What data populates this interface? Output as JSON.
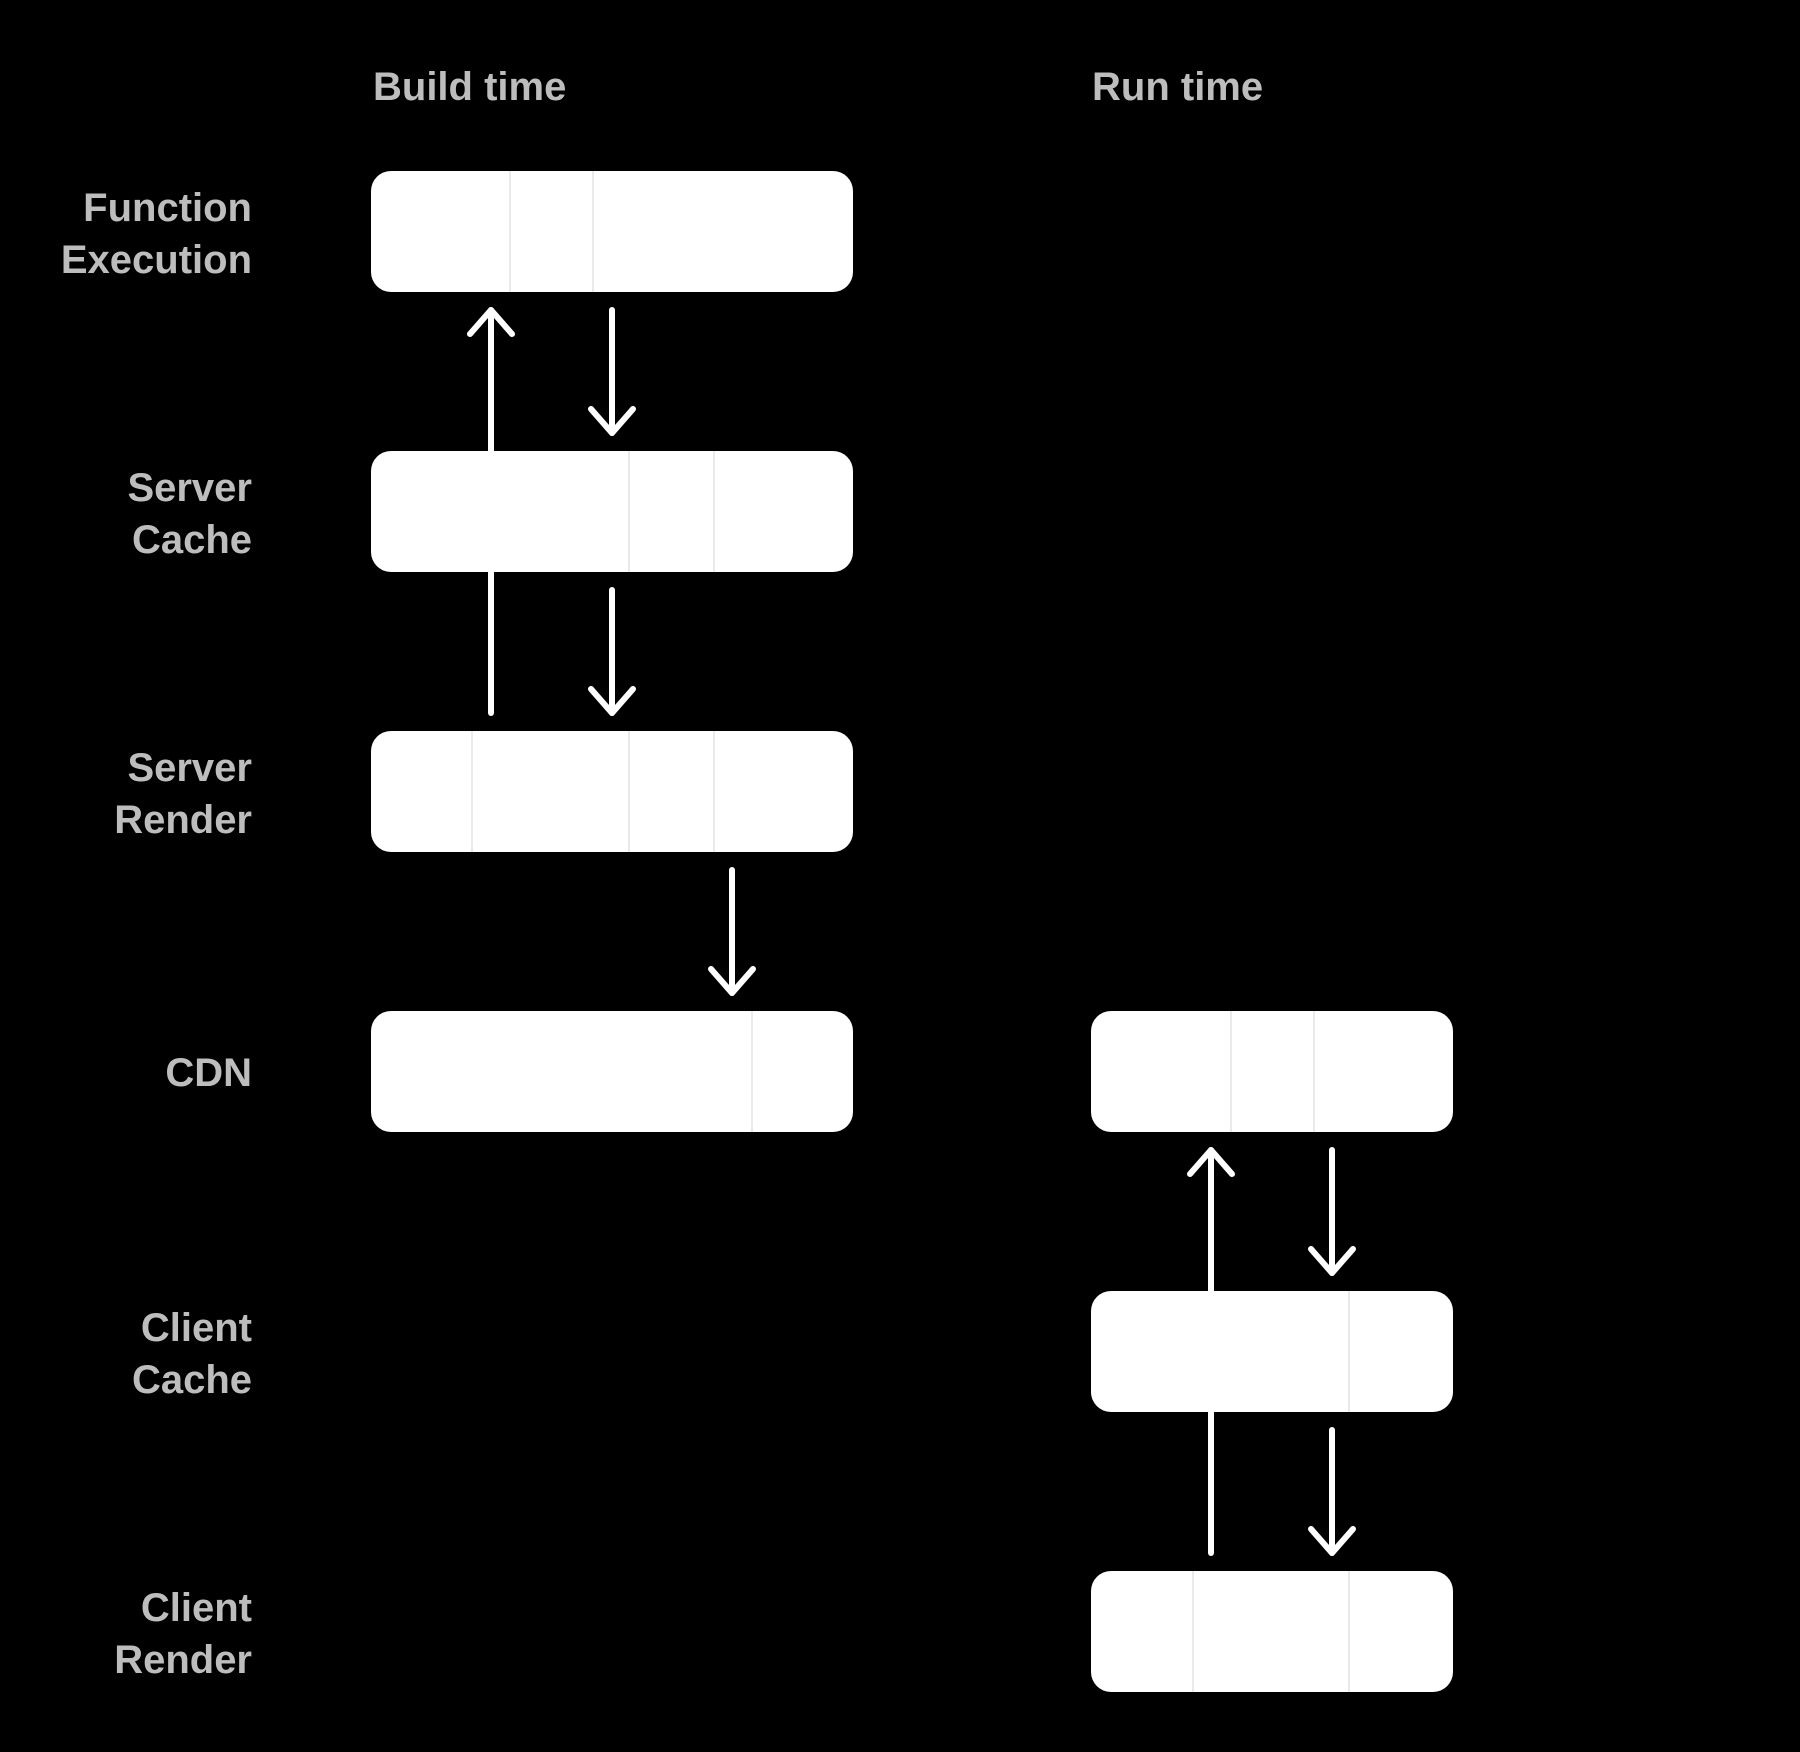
{
  "columns": {
    "build_time": "Build time",
    "run_time": "Run time"
  },
  "rows": {
    "function_execution": {
      "line1": "Function",
      "line2": "Execution"
    },
    "server_cache": {
      "line1": "Server",
      "line2": "Cache"
    },
    "server_render": {
      "line1": "Server",
      "line2": "Render"
    },
    "cdn": {
      "line1": "CDN"
    },
    "client_cache": {
      "line1": "Client",
      "line2": "Cache"
    },
    "client_render": {
      "line1": "Client",
      "line2": "Render"
    }
  },
  "colors": {
    "background": "#000000",
    "box": "#ffffff",
    "arrow": "#ffffff",
    "label": "#bdbdbd"
  }
}
